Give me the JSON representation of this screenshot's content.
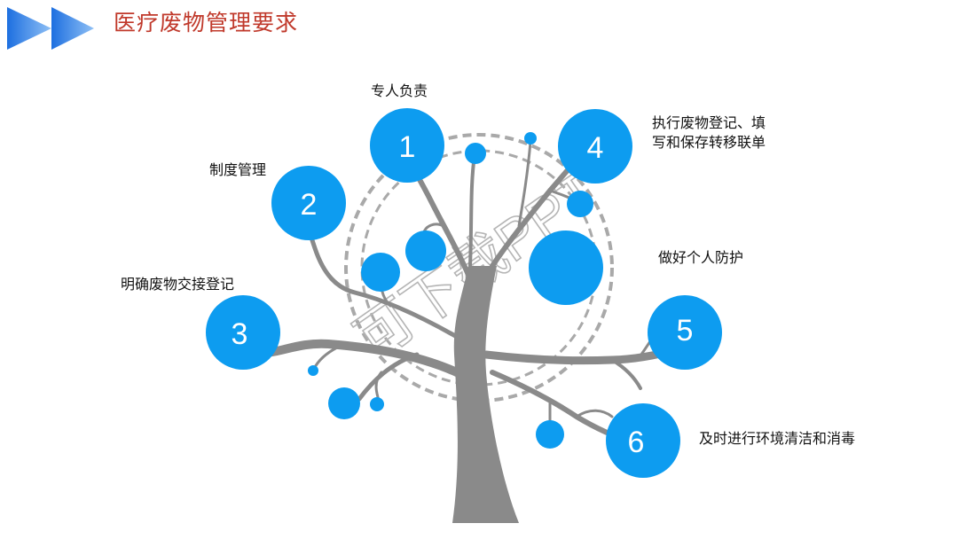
{
  "title": "医疗废物管理要求",
  "colors": {
    "title": "#c0392b",
    "bubble": "#0d9cf0",
    "tree": "#8a8a8a",
    "header_arrows": "#2f80e8",
    "watermark": "#b0b0b0"
  },
  "watermark": "可下载PPT",
  "requirements": [
    {
      "number": "1",
      "label": "专人负责"
    },
    {
      "number": "2",
      "label": "制度管理"
    },
    {
      "number": "3",
      "label": "明确废物交接登记"
    },
    {
      "number": "4",
      "label_line1": "执行废物登记、填",
      "label_line2": "写和保存转移联单"
    },
    {
      "number": "",
      "label": "做好个人防护"
    },
    {
      "number": "5",
      "label": ""
    },
    {
      "number": "6",
      "label": "及时进行环境清洁和消毒"
    }
  ]
}
